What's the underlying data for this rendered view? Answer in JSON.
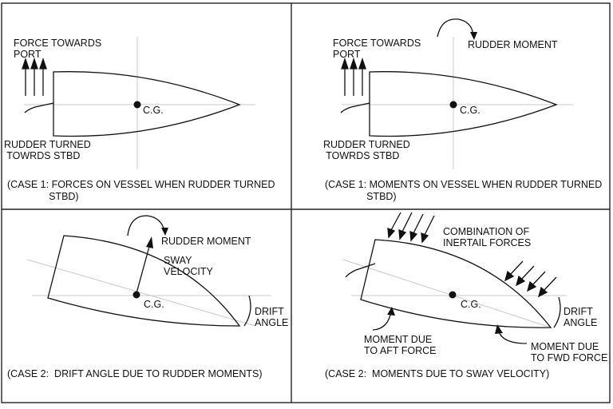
{
  "panels": {
    "tl": {
      "force_label": "FORCE TOWARDS\nPORT",
      "rudder_label": "RUDDER TURNED\n TOWRDS STBD",
      "cg_label": "C.G.",
      "caption": "(CASE 1: FORCES ON VESSEL WHEN RUDDER TURNED\n               STBD)"
    },
    "tr": {
      "force_label": "FORCE TOWARDS\nPORT",
      "moment_label": "RUDDER MOMENT",
      "rudder_label": "RUDDER TURNED\n TOWRDS STBD",
      "cg_label": "C.G.",
      "caption": "(CASE 1: MOMENTS ON VESSEL WHEN RUDDER TURNED\n               STBD)"
    },
    "bl": {
      "moment_label": "RUDDER MOMENT",
      "sway_label": "SWAY\nVELOCITY",
      "cg_label": "C.G.",
      "drift_label": "DRIFT\nANGLE",
      "caption": "(CASE 2:  DRIFT ANGLE DUE TO RUDDER MOMENTS)"
    },
    "br": {
      "inertial_label": "COMBINATION OF\nINERTAIL FORCES",
      "cg_label": "C.G.",
      "drift_label": "DRIFT\nANGLE",
      "aft_moment_label": "MOMENT DUE\nTO AFT FORCE",
      "fwd_moment_label": "MOMENT DUE\nTO FWD FORCE",
      "caption": "(CASE 2:  MOMENTS DUE TO SWAY VELOCITY)"
    }
  }
}
